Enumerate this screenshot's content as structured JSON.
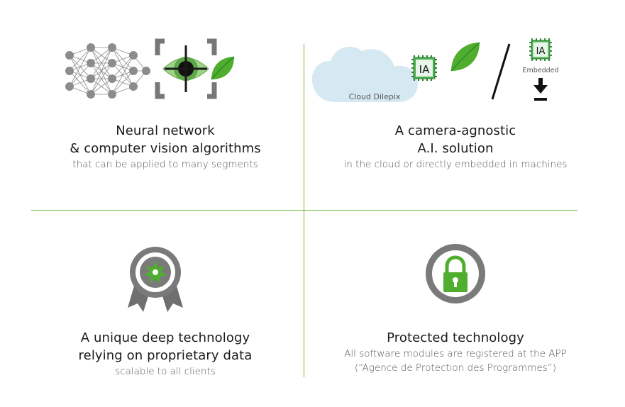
{
  "colors": {
    "accent_green": "#5fb336",
    "dark_green": "#2f8a2a",
    "gray": "#7a7a7a",
    "divider": "#7ab648"
  },
  "quadrants": {
    "neural": {
      "title_line1": "Neural network",
      "title_line2": "& computer vision algorithms",
      "subtitle": "that can be applied to many segments",
      "icons": [
        "neural-network-icon",
        "vision-target-icon",
        "leaf-icon"
      ]
    },
    "camera": {
      "title_line1": "A camera-agnostic",
      "title_line2": "A.I. solution",
      "subtitle": "in the cloud or directly embedded in machines",
      "cloud_label": "Cloud Dilepix",
      "chip_label": "IA",
      "embedded_label": "Embedded",
      "icons": [
        "cloud-icon",
        "chip-icon",
        "leaf-icon",
        "download-icon"
      ]
    },
    "deeptech": {
      "title_line1": "A unique deep technology",
      "title_line2": "relying on proprietary data",
      "subtitle": "scalable to all clients",
      "icons": [
        "award-badge-icon"
      ]
    },
    "protected": {
      "title_line1": "Protected technology",
      "subtitle_line1": "All software modules are registered at the APP",
      "subtitle_line2": "(“Agence de Protection des Programmes”)",
      "icons": [
        "padlock-icon"
      ]
    }
  }
}
